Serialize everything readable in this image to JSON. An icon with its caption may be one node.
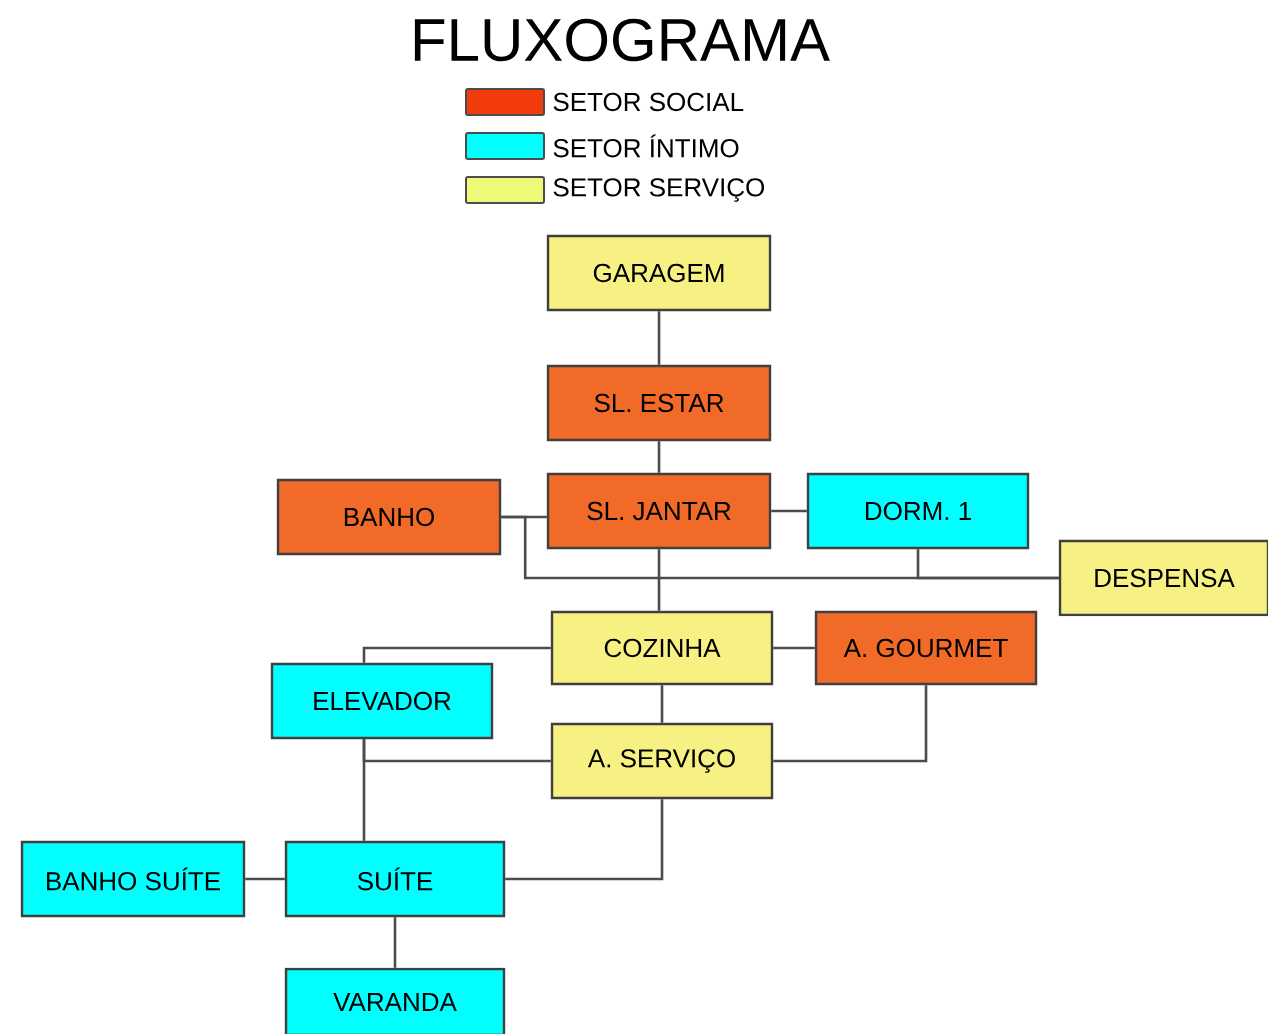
{
  "diagram": {
    "title": "FLUXOGRAMA",
    "nodes": [
      {
        "text": [
          "GARAGEM"
        ]
      },
      {
        "text": [
          "SL. ESTAR"
        ]
      },
      {
        "text": [
          "BANHO"
        ]
      },
      {
        "text": [
          "SL. JANTAR"
        ]
      },
      {
        "text": [
          "DORM. 1"
        ]
      },
      {
        "text": [
          "DESPENSA"
        ]
      },
      {
        "text": [
          "COZINHA"
        ]
      },
      {
        "text": [
          "A. GOURMET"
        ]
      },
      {
        "text": [
          "ELEVADOR"
        ]
      },
      {
        "text": [
          "A. SERVIÇO"
        ]
      },
      {
        "text": [
          "BANHO SUÍTE"
        ]
      },
      {
        "text": [
          "SUÍTE"
        ]
      },
      {
        "text": [
          "VARANDA"
        ]
      }
    ],
    "edges": [
      {
        "from": 0,
        "to": 1,
        "arrow": "none"
      },
      {
        "from": 1,
        "to": 3,
        "arrow": "none"
      },
      {
        "from": 2,
        "to": 3,
        "arrow": "none"
      },
      {
        "from": 3,
        "to": 4,
        "arrow": "none"
      },
      {
        "from": 2,
        "to": 5,
        "arrow": "none"
      },
      {
        "from": 4,
        "to": 5,
        "arrow": "none"
      },
      {
        "from": 3,
        "to": 6,
        "arrow": "none"
      },
      {
        "from": 6,
        "to": 7,
        "arrow": "none"
      },
      {
        "from": 6,
        "to": 8,
        "arrow": "none"
      },
      {
        "from": 6,
        "to": 9,
        "arrow": "none"
      },
      {
        "from": 7,
        "to": 9,
        "arrow": "none"
      },
      {
        "from": 9,
        "to": 8,
        "arrow": "none"
      },
      {
        "from": 8,
        "to": 11,
        "arrow": "none"
      },
      {
        "from": 9,
        "to": 11,
        "arrow": "none"
      },
      {
        "from": 10,
        "to": 11,
        "arrow": "none"
      },
      {
        "from": 11,
        "to": 12,
        "arrow": "none"
      }
    ],
    "legend": [
      {
        "text": "SETOR SOCIAL",
        "color": "#f23c0c"
      },
      {
        "text": "SETOR ÍNTIMO",
        "color": "#00ffff"
      },
      {
        "text": "SETOR SERVIÇO",
        "color": "#eef97a"
      }
    ]
  }
}
